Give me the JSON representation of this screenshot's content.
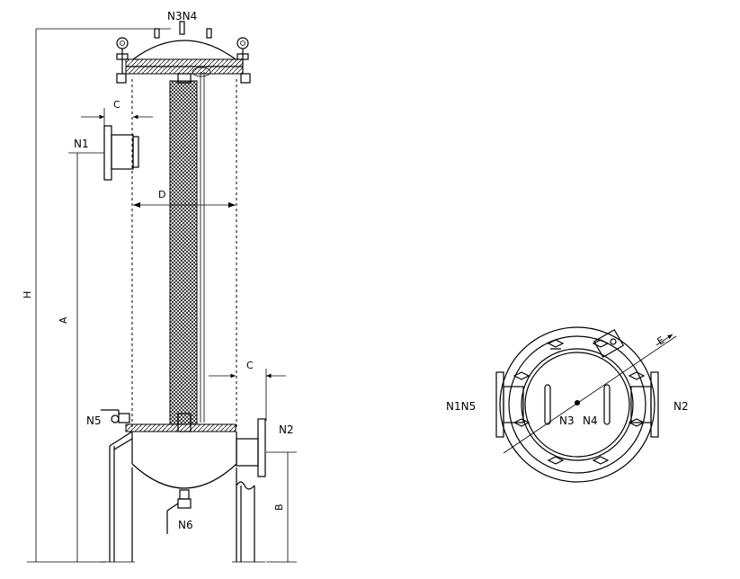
{
  "labels": {
    "top_nozzles": "N3N4",
    "c_upper": "C",
    "n1": "N1",
    "d": "D",
    "h": "H",
    "a": "A",
    "c_lower": "C",
    "n5": "N5",
    "n2": "N2",
    "b": "B",
    "n6": "N6"
  },
  "plan_view": {
    "left": "N1N5",
    "right": "N2",
    "center_left": "N3",
    "center_right": "N4",
    "e": "E"
  }
}
